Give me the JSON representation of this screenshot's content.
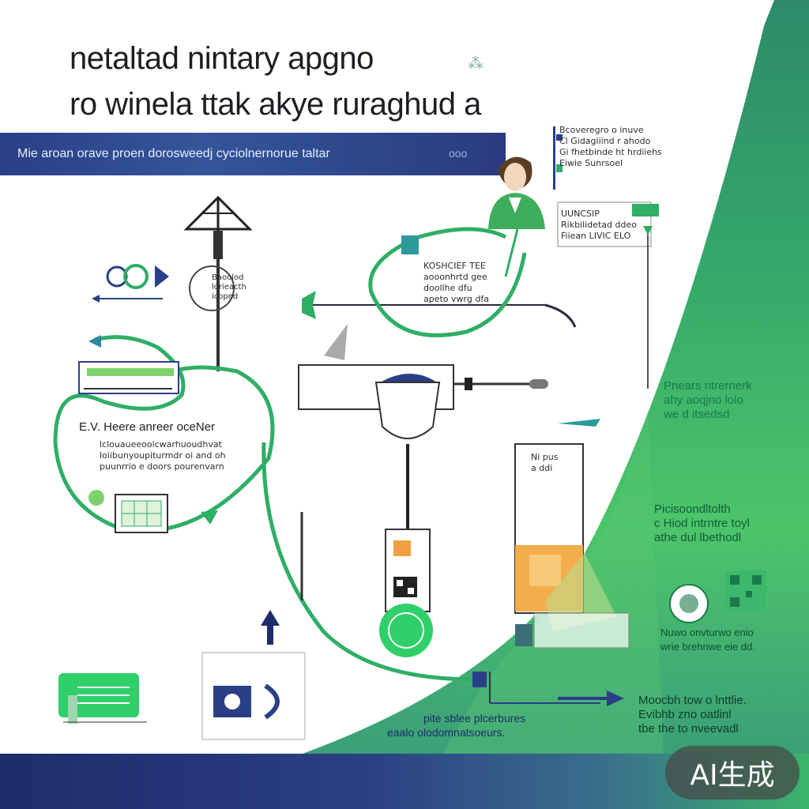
{
  "header": {
    "title_line1": "netaltad nintary apgno",
    "title_line2": "ro winela ttak akye ruraghud a",
    "band_text": "Mie aroan orave proen dorosweedj cyciolnernorue taltar",
    "band_tag": "ooo"
  },
  "annotations": {
    "top_right": [
      "Bcoveregro o inuve",
      "Cl Gidagiiind r ahodo",
      "Gi fhetbinde ht hrdiiehs",
      "Eiwie Sunrsoel"
    ],
    "legend_box": [
      "UUNCSIP",
      "Rikbilidetad ddeo",
      "Fiiean LIVIC ELO"
    ],
    "middle_note": [
      "KOSHCIEF TEE",
      "aooonhrtd gee",
      "doollhe dfu",
      "apeto vwrg dfa"
    ],
    "antenna_note": [
      "Baoolod",
      "lorieacth",
      "icoped"
    ],
    "heater_label": "E.V. Heere anreer oceNer",
    "heater_lines": [
      "lclouaueeoolcwarhuoudhvat",
      "loiibunyoupiturmdr oi and oh",
      "puunrrio e doors pourenvarn"
    ],
    "cabinet_note": [
      "Ni pus",
      "a ddi"
    ],
    "bottom_label": "pite sblee plcerbures",
    "bottom_label2": "eaalo olodomnatsoeurs."
  },
  "right_panel": {
    "block1": [
      "Pnears ntrernerk",
      "ahy aoqjno lolo",
      "we d itsedsd"
    ],
    "block2": [
      "Picisoondltolth",
      "c Hiod intrntre toyl",
      "athe dul lbethodl"
    ],
    "block3": [
      "Nuwo onvturwo enio",
      "wrie brehnwe eie dd."
    ],
    "block4": [
      "Moocbh tow o lnttlie.",
      "Evibhb zno oatlinl",
      "tbe the to nveevadl"
    ]
  },
  "badge": "AI生成",
  "colors": {
    "navy": "#2a3f86",
    "green": "#2fae66",
    "deep_green": "#1a7a4c",
    "dark": "#1d1d24"
  }
}
